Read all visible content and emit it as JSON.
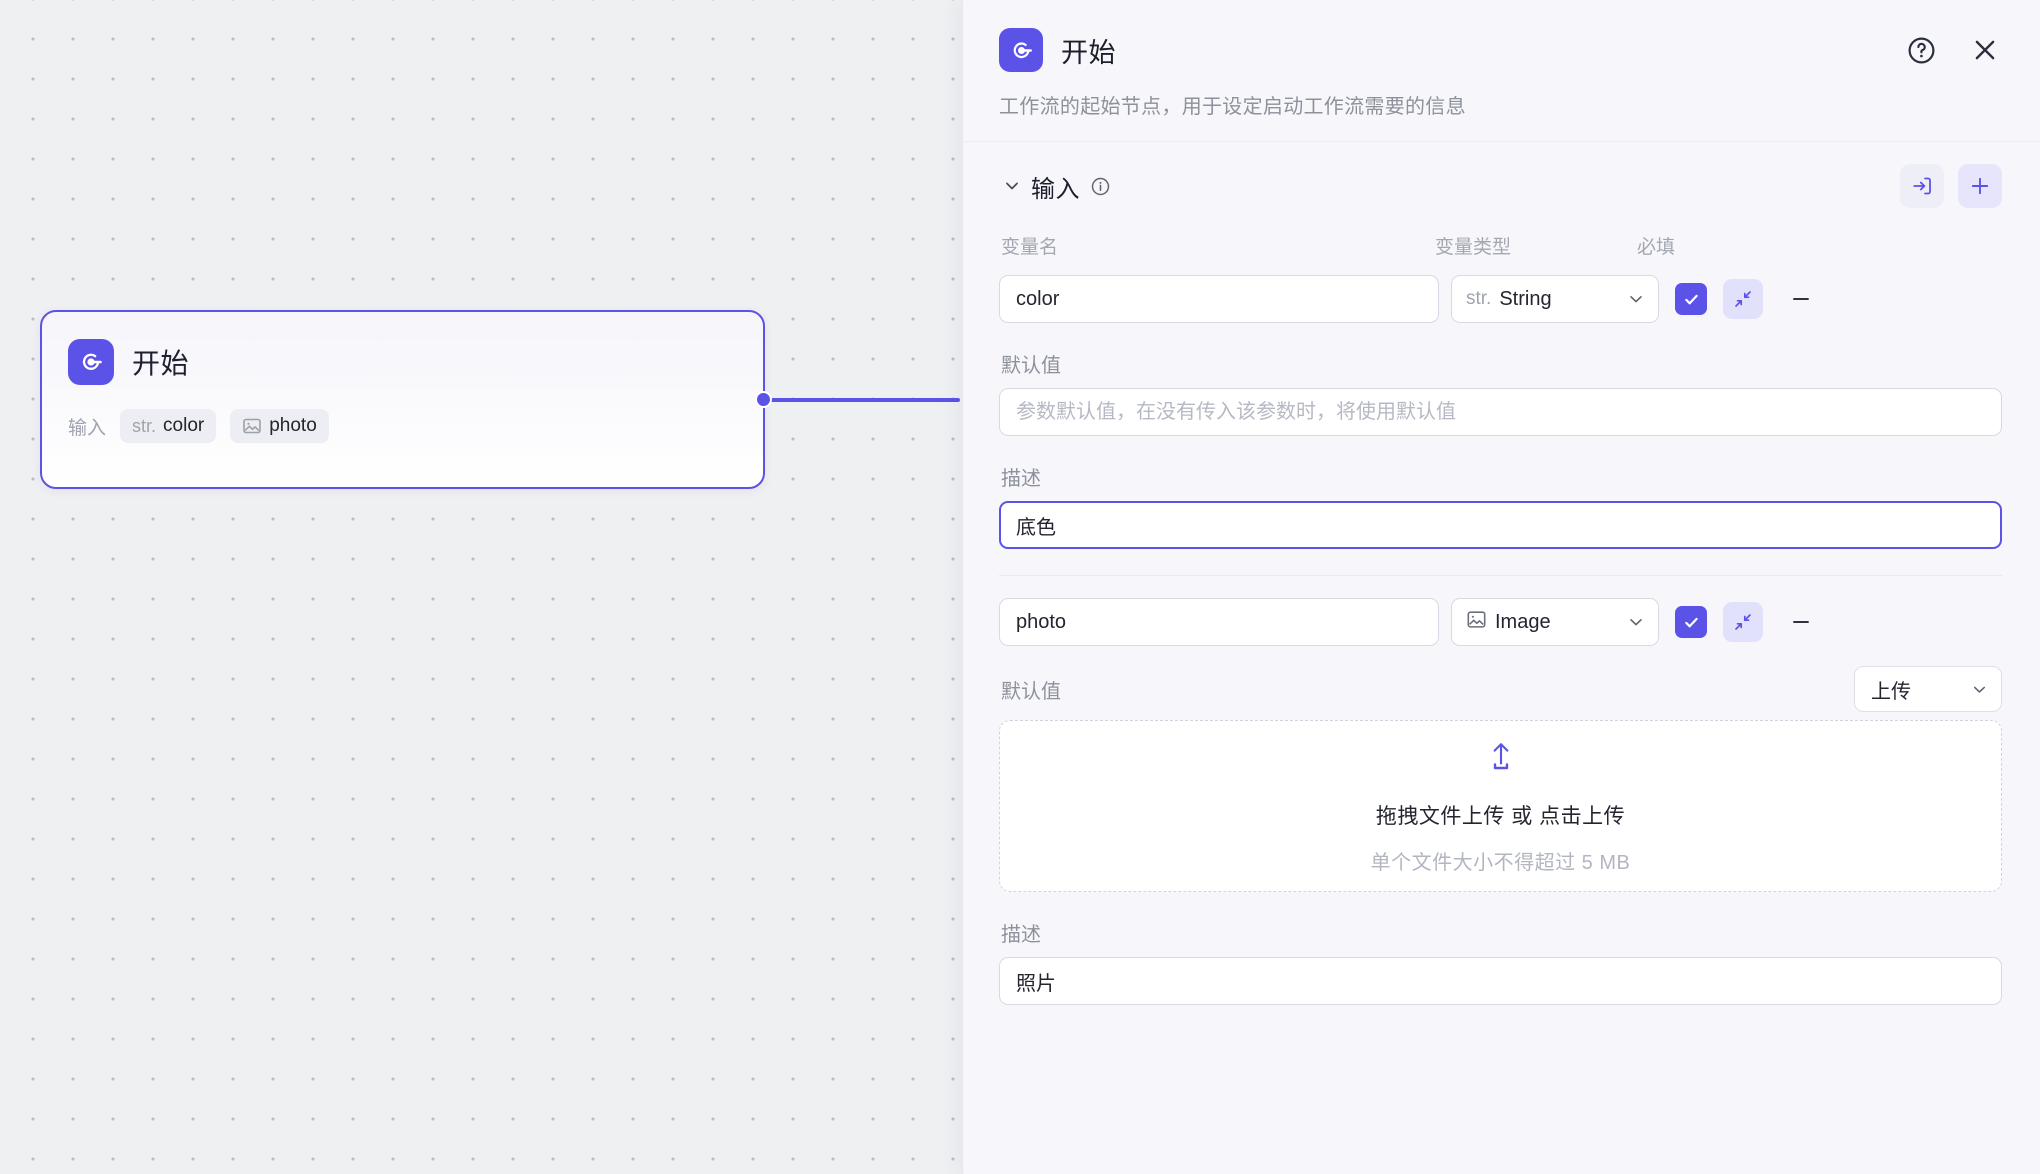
{
  "canvas": {
    "node": {
      "icon": "start-node-icon",
      "title": "开始",
      "input_label": "输入",
      "chips": [
        {
          "type_tag": "str.",
          "label": "color",
          "icon": ""
        },
        {
          "type_tag": "",
          "label": "photo",
          "icon": "image-icon"
        }
      ]
    }
  },
  "panel": {
    "icon": "start-node-icon",
    "title": "开始",
    "subtitle": "工作流的起始节点，用于设定启动工作流需要的信息",
    "help_icon": "question-circle-icon",
    "close_icon": "close-icon",
    "section": {
      "title": "输入",
      "info_icon": "info-circle-icon",
      "chevron_icon": "chevron-down-icon",
      "import_icon": "import-variable-icon",
      "add_icon": "plus-icon",
      "columns": {
        "name": "变量名",
        "type": "变量类型",
        "required": "必填"
      }
    },
    "variables": [
      {
        "name_value": "color",
        "name_placeholder": "",
        "type_tag": "str.",
        "type_label": "String",
        "type_icon": "",
        "required": true,
        "collapse_icon": "collapse-arrows-icon",
        "remove_icon": "minus-icon",
        "default_label": "默认值",
        "default_value": "",
        "default_placeholder": "参数默认值，在没有传入该参数时，将使用默认值",
        "desc_label": "描述",
        "desc_value": "底色",
        "desc_focused": true
      },
      {
        "name_value": "photo",
        "name_placeholder": "",
        "type_tag": "",
        "type_label": "Image",
        "type_icon": "image-icon",
        "required": true,
        "collapse_icon": "collapse-arrows-icon",
        "remove_icon": "minus-icon",
        "default_label": "默认值",
        "upload_mode": "上传",
        "upload_caret": "chevron-down-icon",
        "dropzone": {
          "upload_icon": "upload-arrow-icon",
          "main_text": "拖拽文件上传 或 点击上传",
          "sub_text": "单个文件大小不得超过 5 MB"
        },
        "desc_label": "描述",
        "desc_value": "照片",
        "desc_focused": false
      }
    ]
  },
  "colors": {
    "accent": "#5b53e8",
    "canvas_bg": "#eff0f2",
    "panel_bg": "#f7f7fb",
    "text_primary": "#1d1f2c",
    "text_muted": "#8d919c"
  }
}
